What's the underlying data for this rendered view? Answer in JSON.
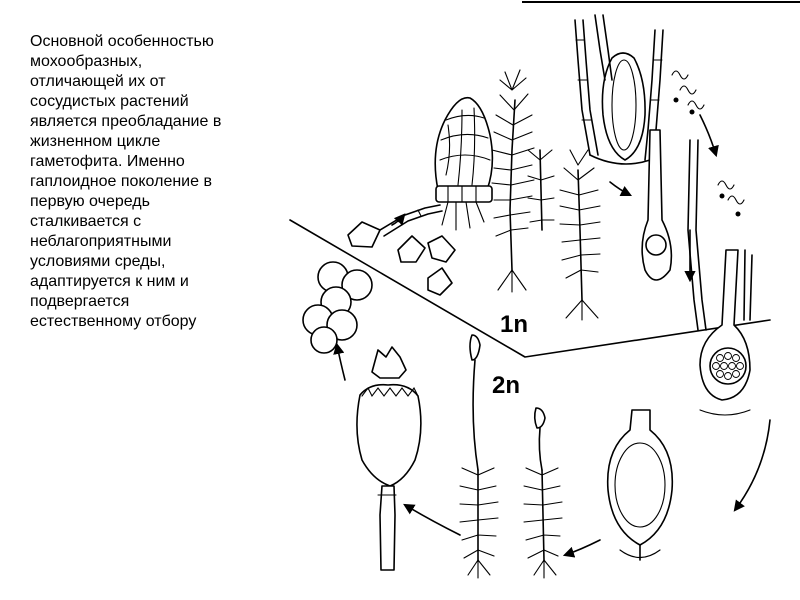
{
  "text": {
    "lines": [
      "Основной особенностью",
      "мохообразных,",
      "отличающей их от",
      "сосудистых растений",
      "является преобладание в",
      "жизненном цикле",
      "гаметофита. Именно",
      "гаплоидное поколение в",
      "первую очередь",
      "сталкивается с",
      "неблагоприятными",
      "условиями среды,",
      "адаптируется к ним и",
      "подвергается",
      "естественному отбору"
    ]
  },
  "diagram": {
    "labels": {
      "haploid": "1n",
      "diploid": "2n"
    }
  }
}
